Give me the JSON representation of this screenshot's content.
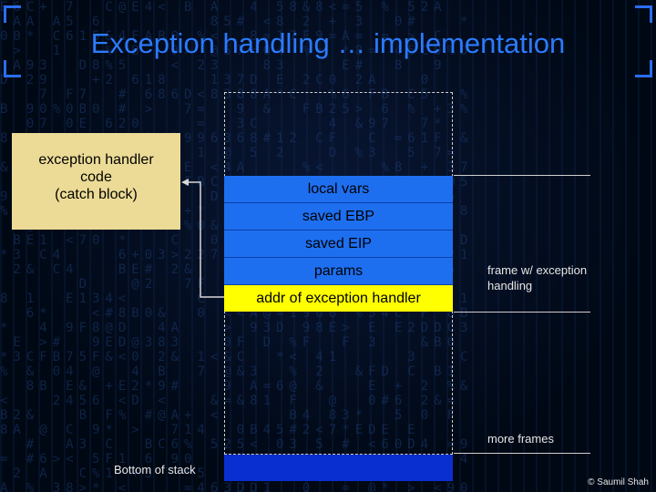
{
  "title": "Exception handling … implementation",
  "handler": {
    "line1": "exception handler",
    "line2": "code",
    "line3": "(catch block)"
  },
  "stack": {
    "cells": [
      "local vars",
      "saved EBP",
      "saved EIP",
      "params",
      "addr of exception handler"
    ]
  },
  "labels": {
    "frame_line1": "frame w/ exception",
    "frame_line2": "handling",
    "more_frames": "more frames",
    "bottom_of_stack": "Bottom of stack",
    "copyright": "© Saumil Shah"
  },
  "colors": {
    "title": "#2b7bff",
    "handler_box": "#ecdb96",
    "stack_cell": "#1e6ff0",
    "handler_addr_cell": "#ffff00",
    "stack_bottom": "#0a2fd0"
  }
}
